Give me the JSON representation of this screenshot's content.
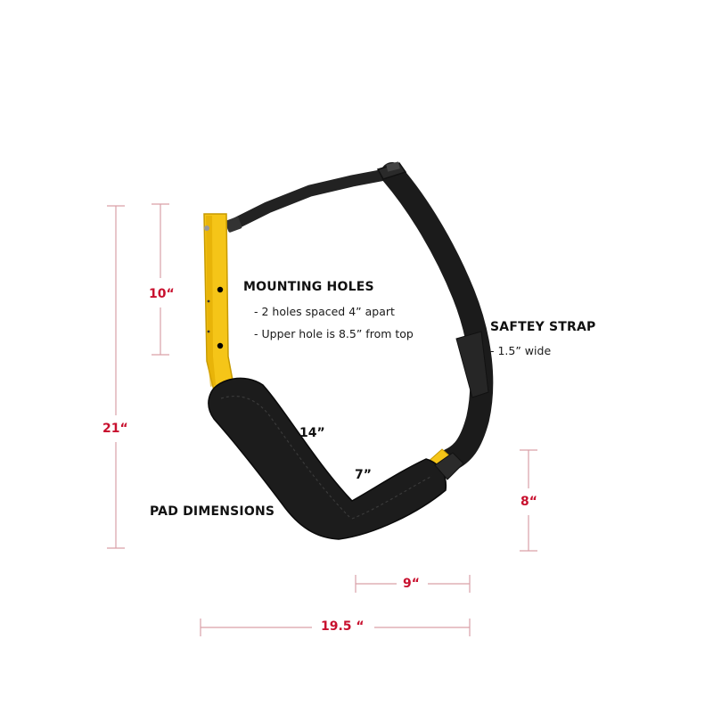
{
  "product": {
    "hook_color": "#f5c518",
    "pad_color": "#1c1c1c",
    "strap_color": "#222222"
  },
  "callouts": {
    "mounting_holes": {
      "title": "MOUNTING HOLES",
      "notes": [
        "- 2 holes spaced 4” apart",
        "- Upper hole is 8.5” from top"
      ]
    },
    "safety_strap": {
      "title": "SAFTEY STRAP",
      "notes": [
        "- 1.5” wide"
      ]
    },
    "pad_dimensions": {
      "title": "PAD DIMENSIONS",
      "lengths": [
        "14”",
        "7”"
      ]
    }
  },
  "dimensions": {
    "color": "#c8102e",
    "overall_height": "21“",
    "hole_section_height": "10“",
    "end_height": "8“",
    "end_width": "9“",
    "overall_width": "19.5 “"
  }
}
